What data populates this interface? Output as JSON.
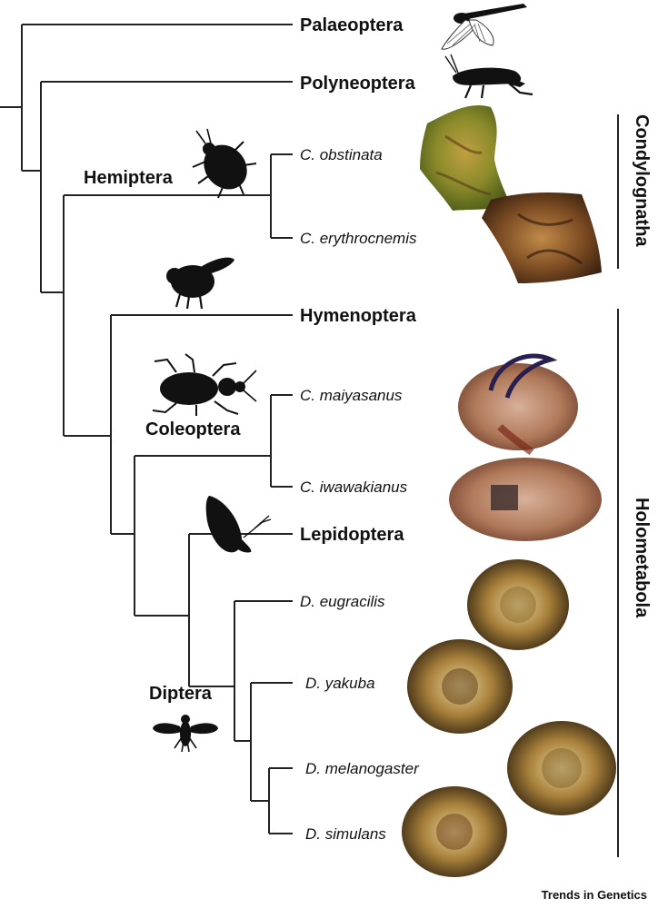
{
  "labels": {
    "palaeoptera": "Palaeoptera",
    "polyneoptera": "Polyneoptera",
    "hemiptera": "Hemiptera",
    "c_obstinata": "C. obstinata",
    "c_erythrocnemis": "C. erythrocnemis",
    "hymenoptera": "Hymenoptera",
    "coleoptera": "Coleoptera",
    "c_maiyasanus": "C. maiyasanus",
    "c_iwawakianus": "C. iwawakianus",
    "lepidoptera": "Lepidoptera",
    "diptera": "Diptera",
    "d_eugracilis": "D. eugracilis",
    "d_yakuba": "D. yakuba",
    "d_melanogaster": "D. melanogaster",
    "d_simulans": "D. simulans"
  },
  "groups": {
    "condylognatha": "Condylognatha",
    "holometabola": "Holometabola"
  },
  "credit": "Trends in Genetics",
  "icons": [
    "dragonfly-icon",
    "grasshopper-icon",
    "shield-bug-icon",
    "bee-icon",
    "beetle-icon",
    "butterfly-icon",
    "fly-icon"
  ],
  "colors": {
    "line": "#222222",
    "specimen_green": "#8a8a2a",
    "specimen_brown": "#7a4a22",
    "specimen_beetle": "#b07a5a",
    "specimen_fly": "#b08a40"
  }
}
